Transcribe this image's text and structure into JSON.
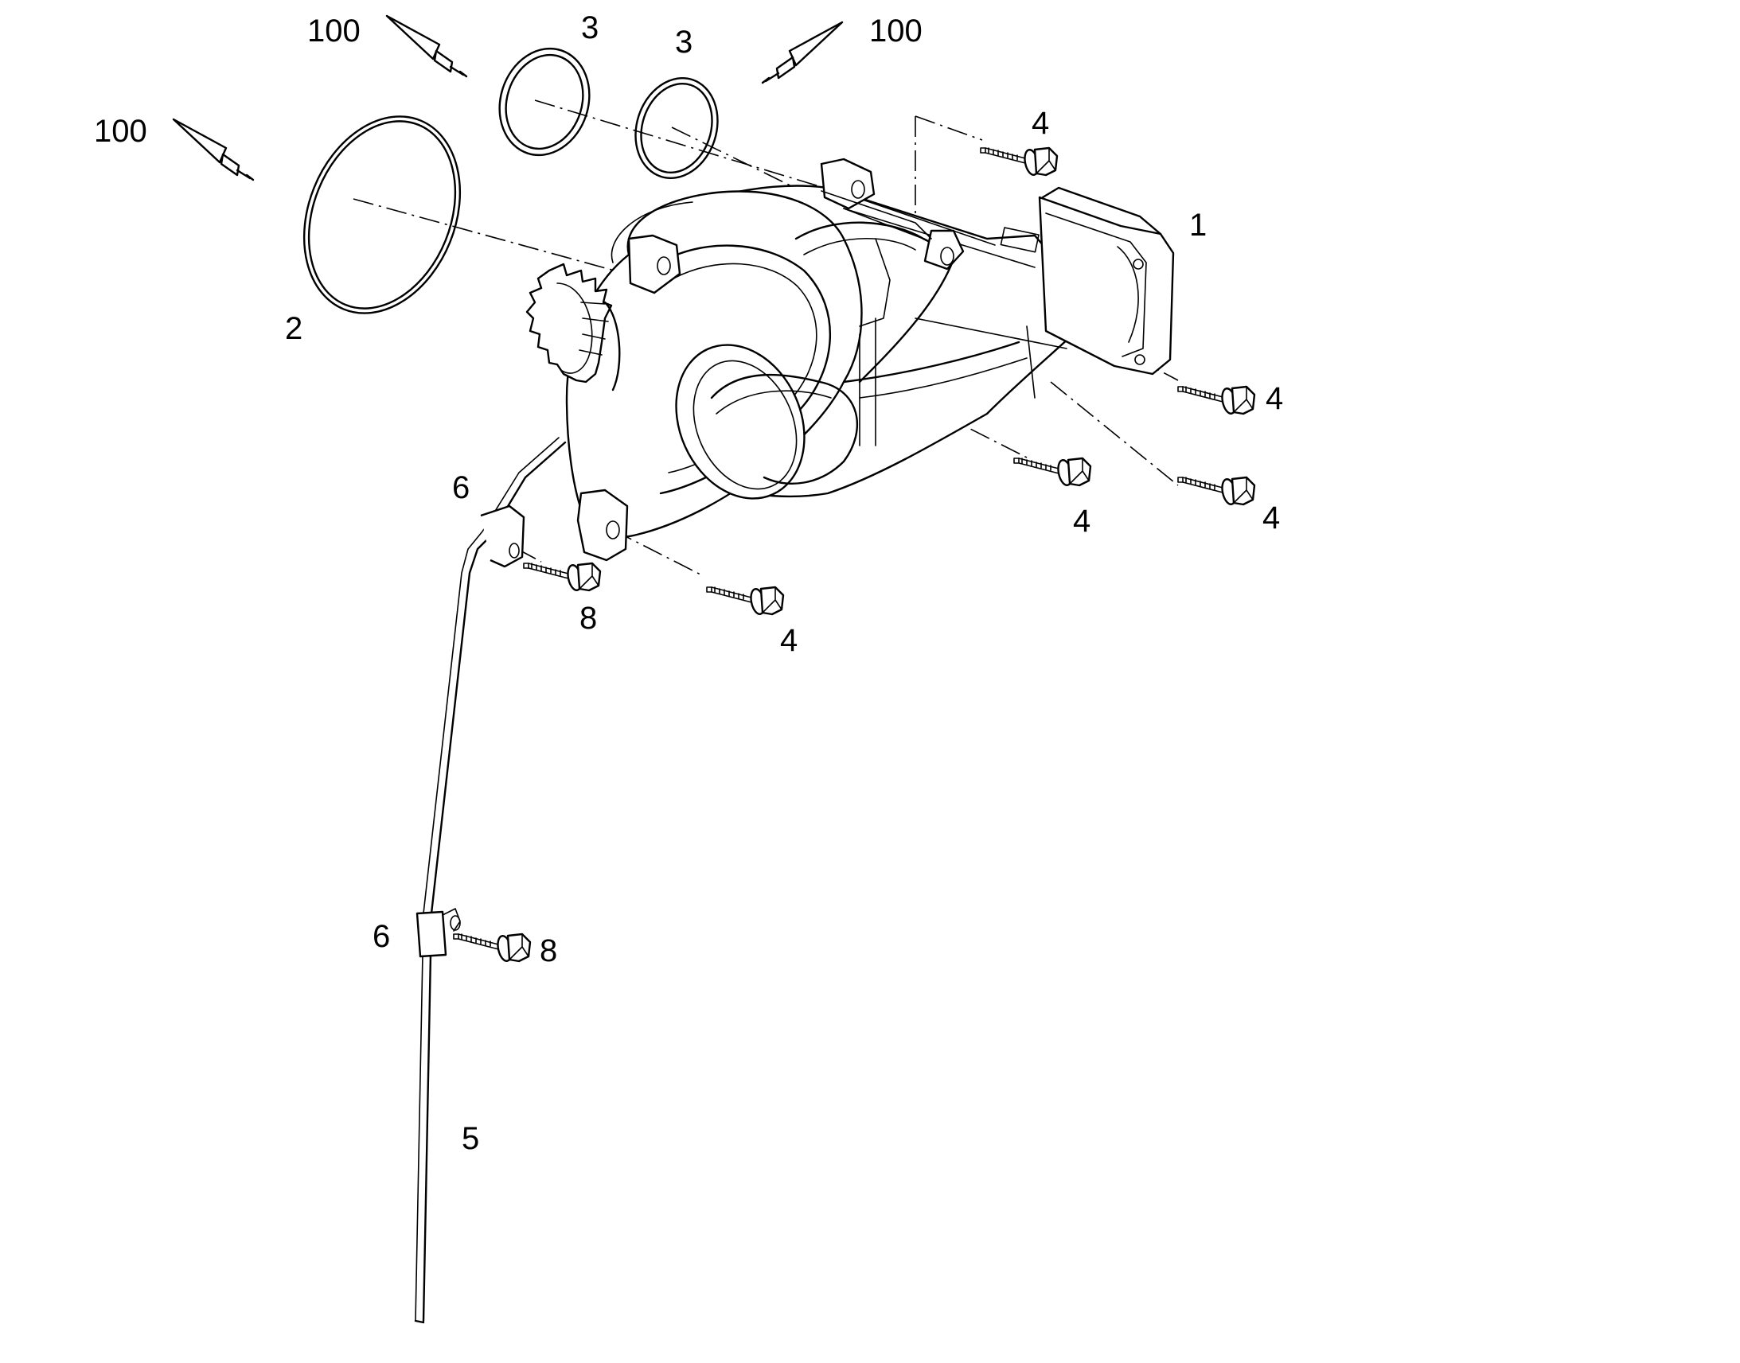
{
  "callouts": [
    {
      "id": "c100a",
      "label": "100"
    },
    {
      "id": "c3a",
      "label": "3"
    },
    {
      "id": "c3b",
      "label": "3"
    },
    {
      "id": "c100b",
      "label": "100"
    },
    {
      "id": "c100c",
      "label": "100"
    },
    {
      "id": "c4a",
      "label": "4"
    },
    {
      "id": "c1",
      "label": "1"
    },
    {
      "id": "c2",
      "label": "2"
    },
    {
      "id": "c4b",
      "label": "4"
    },
    {
      "id": "c4c",
      "label": "4"
    },
    {
      "id": "c4d",
      "label": "4"
    },
    {
      "id": "c6a",
      "label": "6"
    },
    {
      "id": "c8a",
      "label": "8"
    },
    {
      "id": "c4e",
      "label": "4"
    },
    {
      "id": "c6b",
      "label": "6"
    },
    {
      "id": "c8b",
      "label": "8"
    },
    {
      "id": "c5",
      "label": "5"
    }
  ],
  "icons": {
    "sealant_tube": "sealant-tube-icon",
    "bolt": "bolt-icon",
    "o_ring": "o-ring-icon"
  }
}
